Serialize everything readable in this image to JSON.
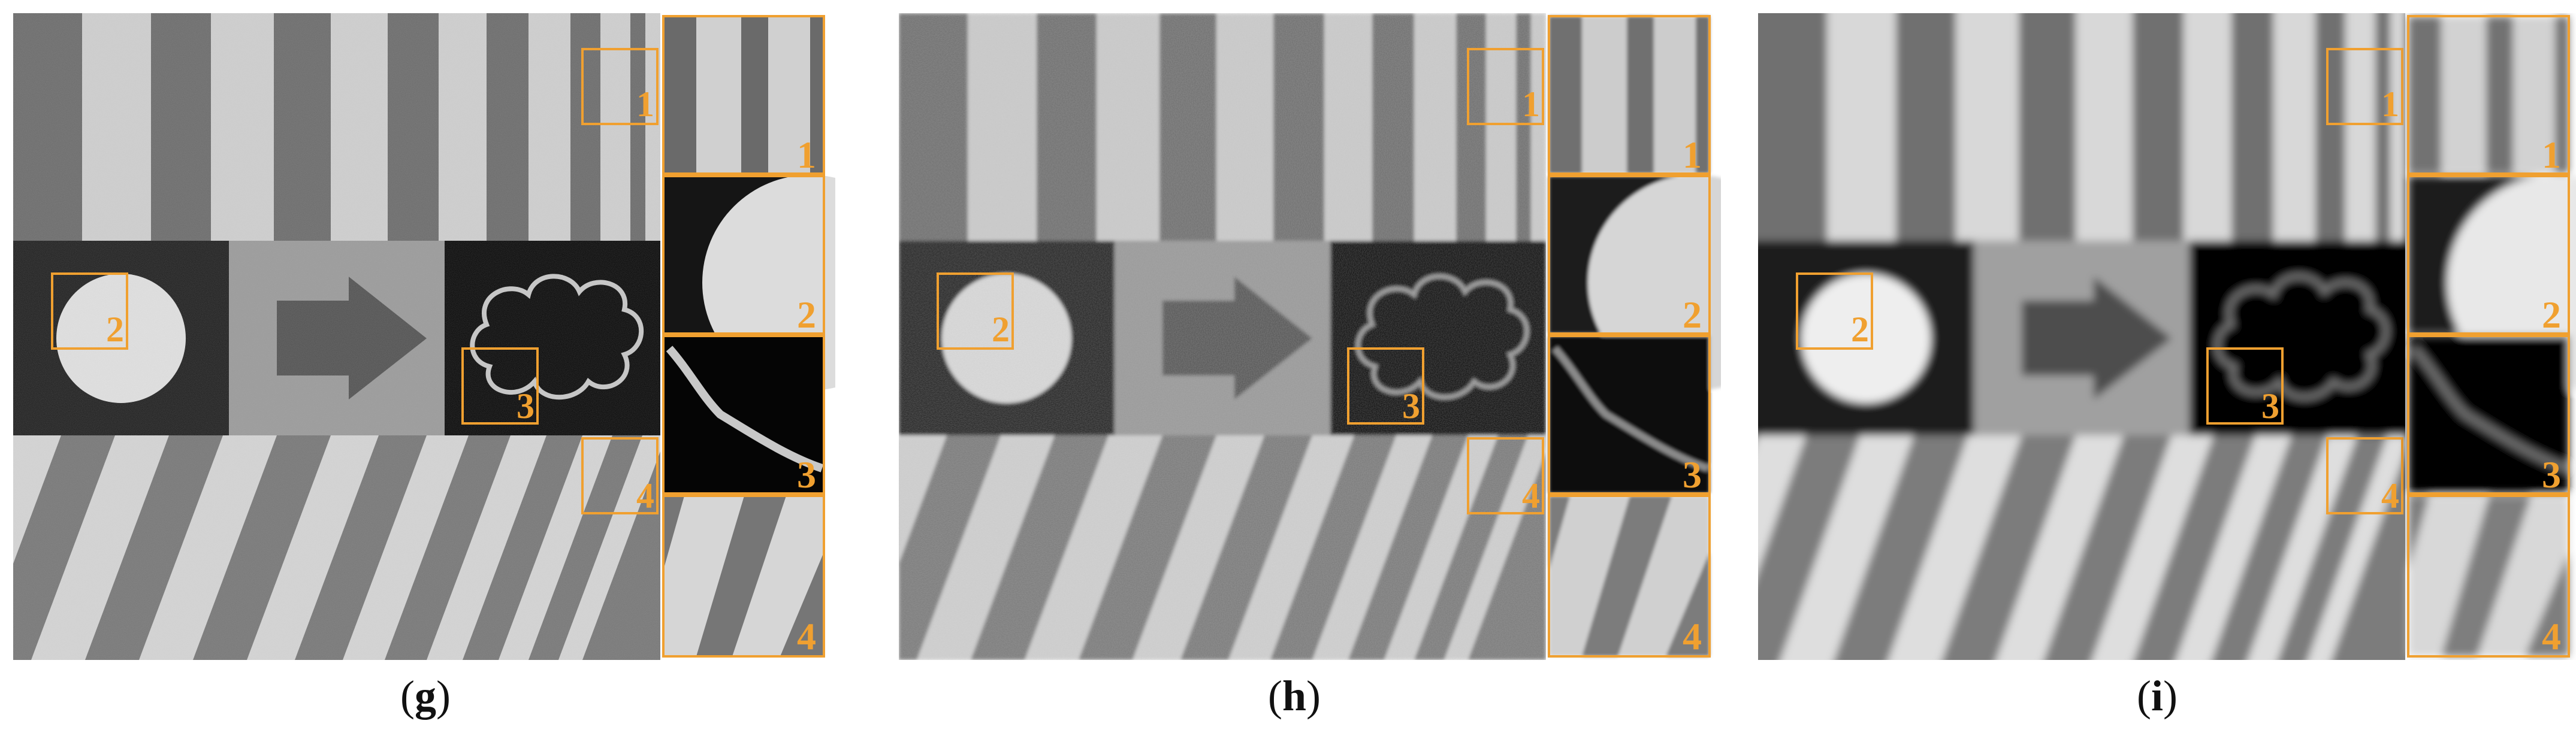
{
  "colors": {
    "accent": "#f0a030"
  },
  "panels": [
    {
      "label": "g",
      "style": "sharp"
    },
    {
      "label": "h",
      "style": "noisy"
    },
    {
      "label": "i",
      "style": "blurred"
    }
  ],
  "markers": [
    "1",
    "2",
    "3",
    "4"
  ]
}
